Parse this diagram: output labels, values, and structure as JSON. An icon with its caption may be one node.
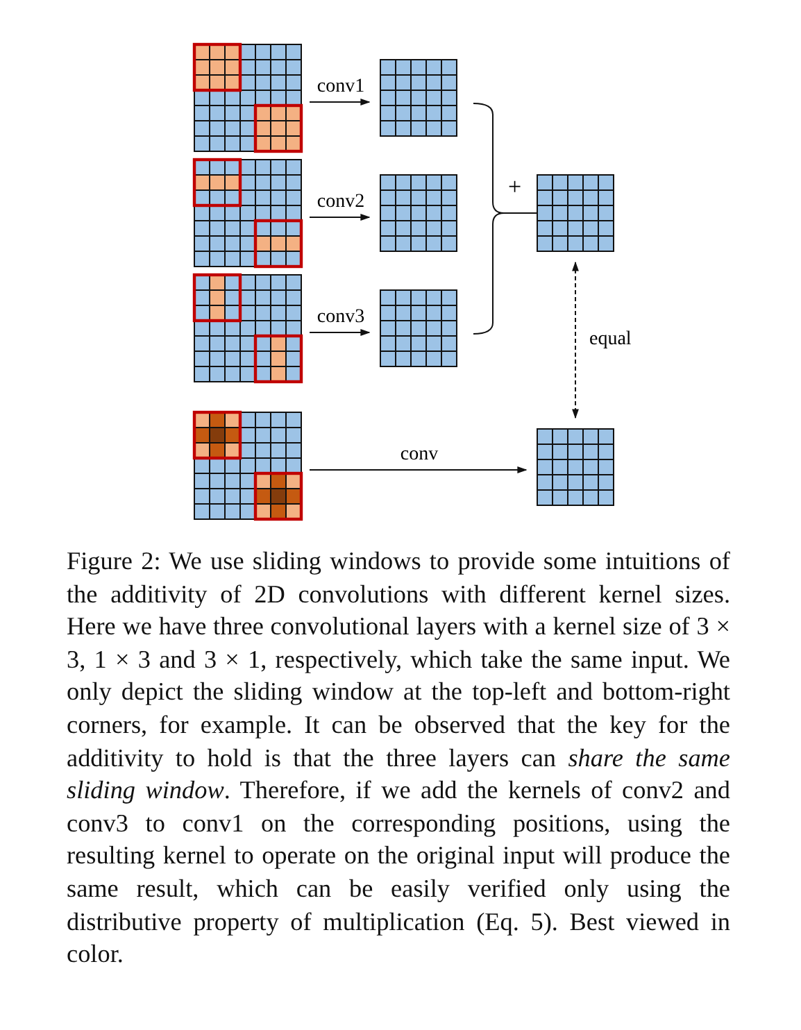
{
  "diagram": {
    "caption": "Figure 2: We use sliding windows to provide some intuitions of the additivity of 2D convolutions with different kernel sizes. Here we have three convolutional layers with a kernel size of 3 × 3, 1 × 3 and 3 × 1, respectively, which take the same input. We only depict the sliding window at the top-left and bottom-right corners, for example. It can be observed that the key for the additivity to hold is that the three layers can *share the same sliding window*. Therefore, if we add the kernels of conv2 and conv3 to conv1 on the corresponding positions, using the resulting kernel to operate on the original input will produce the same result, which can be easily verified only using the distributive property of multiplication (Eq. 5). Best viewed in color.",
    "nodes": [
      {
        "text": [],
        "shape": "grid"
      },
      {
        "text": [],
        "shape": "grid"
      },
      {
        "text": [],
        "shape": "grid"
      },
      {
        "text": [],
        "shape": "grid"
      },
      {
        "text": [],
        "shape": "grid"
      },
      {
        "text": [],
        "shape": "grid"
      },
      {
        "text": [],
        "shape": "grid"
      },
      {
        "text": [],
        "shape": "grid"
      },
      {
        "text": [],
        "shape": "grid"
      }
    ],
    "edges": [
      {
        "from": 0,
        "to": 1,
        "arrow": "to",
        "label": "conv1"
      },
      {
        "from": 2,
        "to": 3,
        "arrow": "to",
        "label": "conv2"
      },
      {
        "from": 1,
        "to": 4,
        "arrow": "none"
      },
      {
        "from": 6,
        "to": 4,
        "arrow": "none"
      },
      {
        "from": 5,
        "to": 6,
        "arrow": "to",
        "label": "conv3"
      },
      {
        "from": 4,
        "to": 8,
        "arrow": "both",
        "style": "dashed",
        "label": "equal"
      },
      {
        "from": 7,
        "to": 8,
        "arrow": "to",
        "label": "conv"
      }
    ],
    "labels": [
      "+"
    ]
  }
}
